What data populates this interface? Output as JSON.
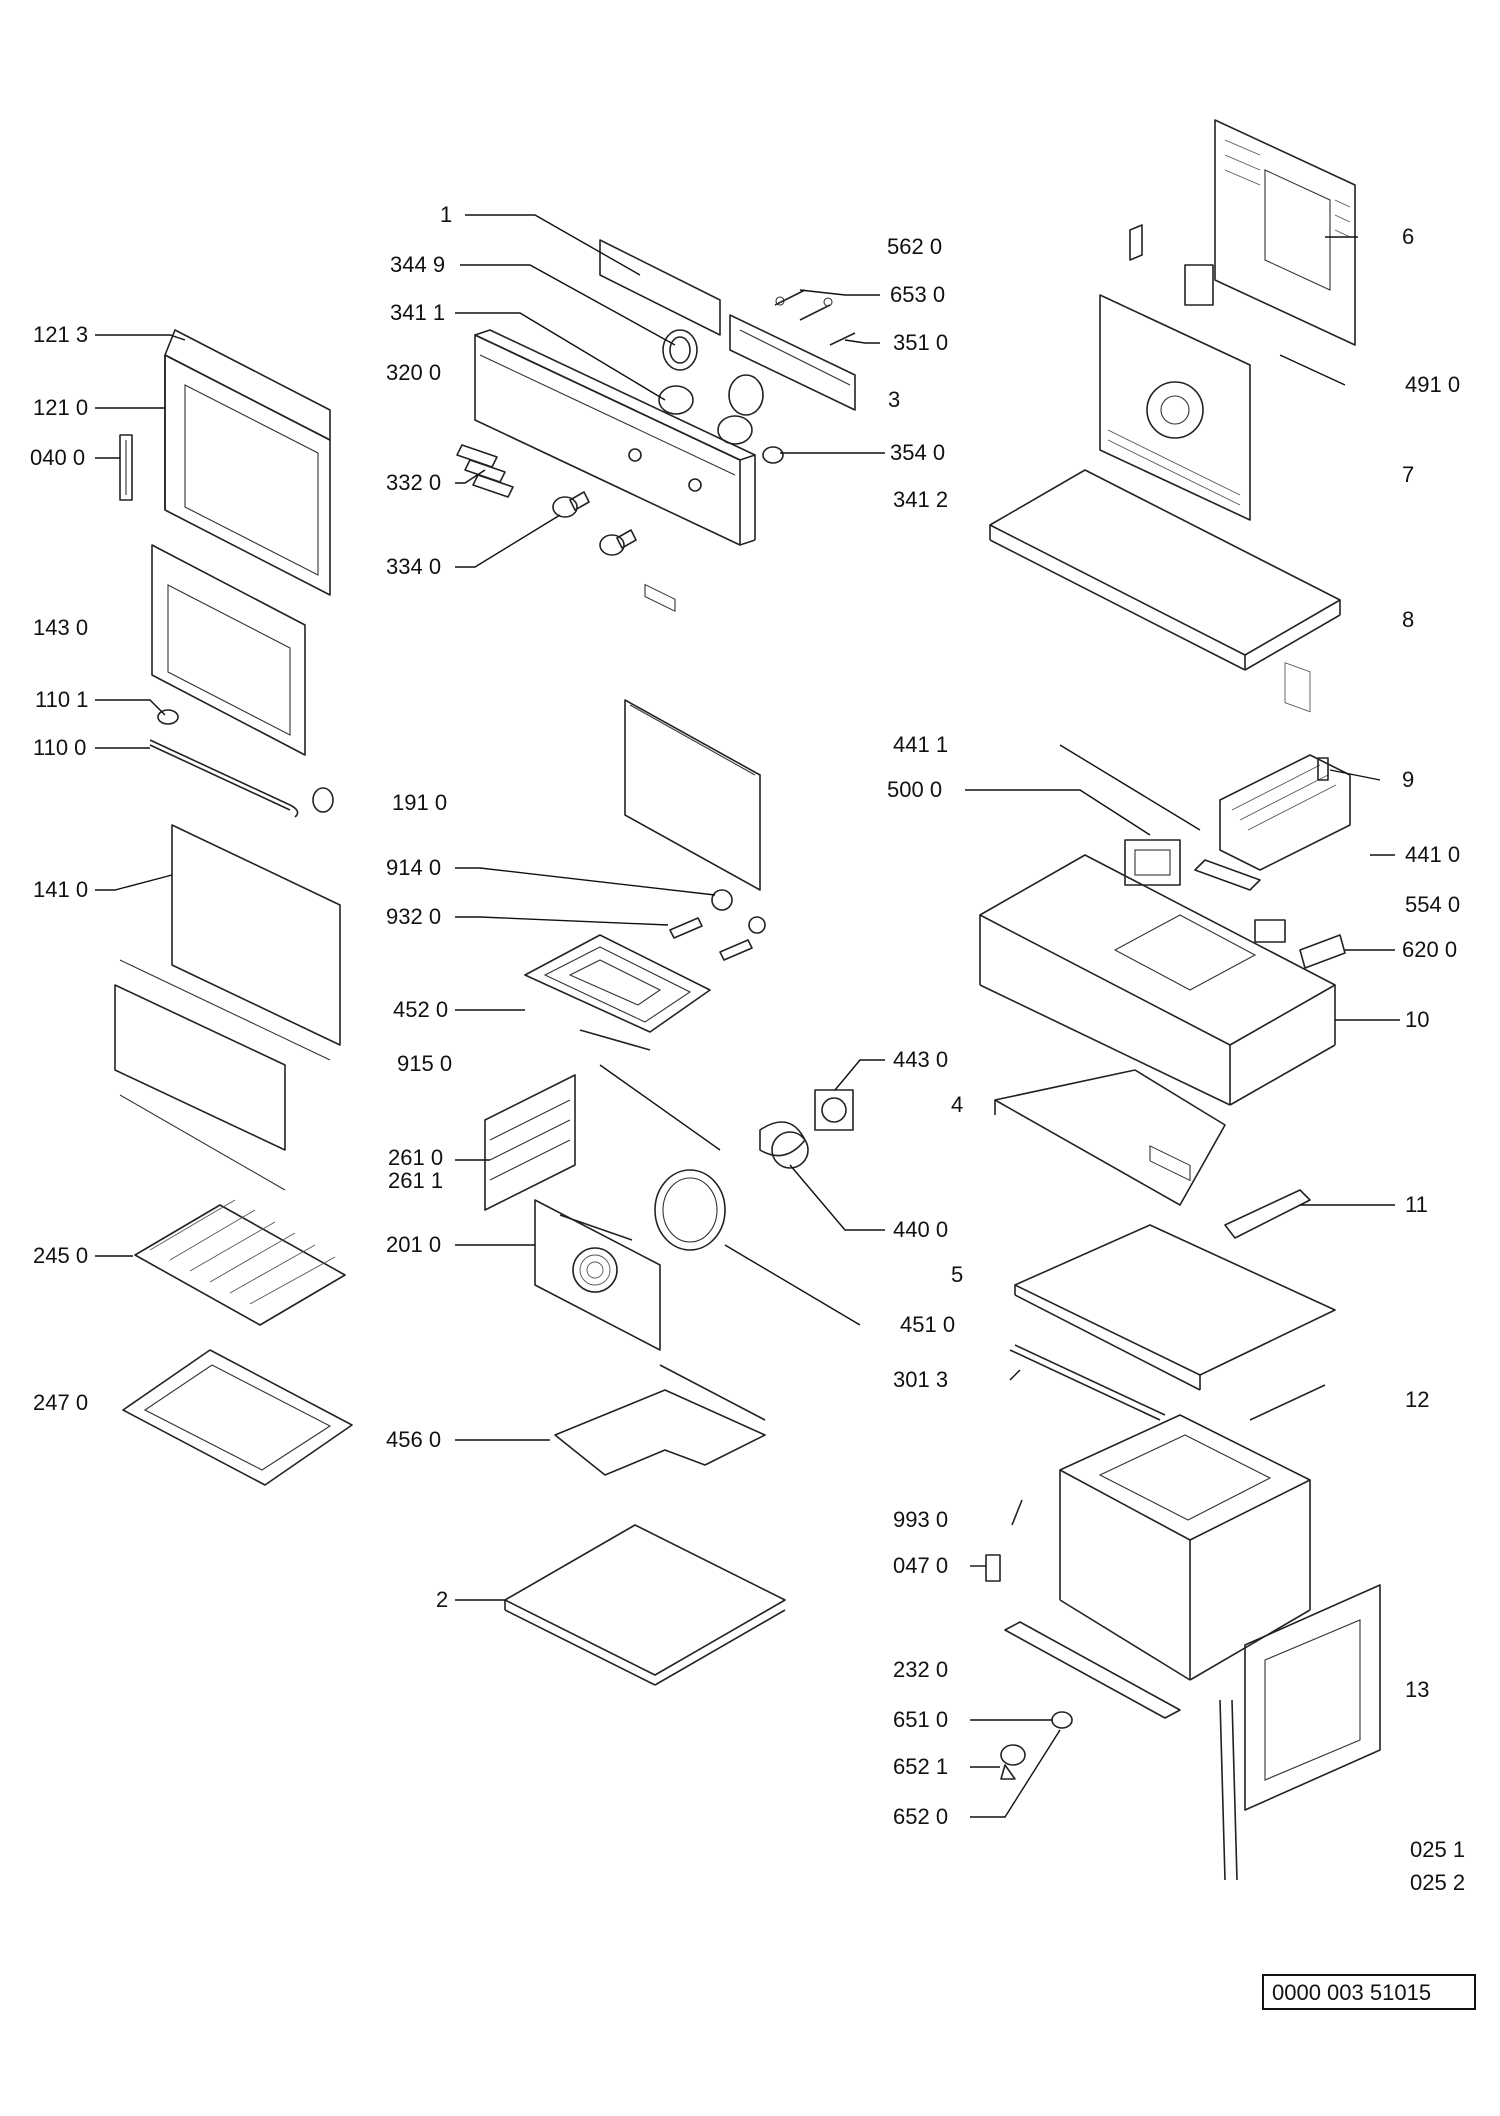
{
  "diagram": {
    "colors": {
      "line": "#222222",
      "text": "#111111",
      "background": "#ffffff"
    },
    "document_reference": "0000 003 51015",
    "callouts": [
      {
        "id": "c-1",
        "text": "1"
      },
      {
        "id": "c-3449",
        "text": "344 9"
      },
      {
        "id": "c-3411",
        "text": "341 1"
      },
      {
        "id": "c-3200",
        "text": "320 0"
      },
      {
        "id": "c-3320",
        "text": "332 0"
      },
      {
        "id": "c-3340",
        "text": "334 0"
      },
      {
        "id": "c-5620",
        "text": "562 0"
      },
      {
        "id": "c-6530",
        "text": "653 0"
      },
      {
        "id": "c-3510",
        "text": "351 0"
      },
      {
        "id": "c-3",
        "text": "3"
      },
      {
        "id": "c-3540",
        "text": "354 0"
      },
      {
        "id": "c-3412",
        "text": "341 2"
      },
      {
        "id": "c-6",
        "text": "6"
      },
      {
        "id": "c-4910",
        "text": "491 0"
      },
      {
        "id": "c-7",
        "text": "7"
      },
      {
        "id": "c-8",
        "text": "8"
      },
      {
        "id": "c-1213",
        "text": "121 3"
      },
      {
        "id": "c-1210",
        "text": "121 0"
      },
      {
        "id": "c-0400",
        "text": "040 0"
      },
      {
        "id": "c-1430",
        "text": "143 0"
      },
      {
        "id": "c-1101",
        "text": "110 1"
      },
      {
        "id": "c-1100",
        "text": "110 0"
      },
      {
        "id": "c-1410",
        "text": "141 0"
      },
      {
        "id": "c-2450",
        "text": "245 0"
      },
      {
        "id": "c-2470",
        "text": "247 0"
      },
      {
        "id": "c-1910",
        "text": "191 0"
      },
      {
        "id": "c-9140",
        "text": "914 0"
      },
      {
        "id": "c-9320",
        "text": "932 0"
      },
      {
        "id": "c-4520",
        "text": "452 0"
      },
      {
        "id": "c-9150",
        "text": "915 0"
      },
      {
        "id": "c-2610",
        "text": "261 0"
      },
      {
        "id": "c-2611",
        "text": "261 1"
      },
      {
        "id": "c-2010",
        "text": "201 0"
      },
      {
        "id": "c-4560",
        "text": "456 0"
      },
      {
        "id": "c-2",
        "text": "2"
      },
      {
        "id": "c-4411a",
        "text": "441 1"
      },
      {
        "id": "c-5000",
        "text": "500 0"
      },
      {
        "id": "c-9",
        "text": "9"
      },
      {
        "id": "c-4410",
        "text": "441 0"
      },
      {
        "id": "c-5540",
        "text": "554 0"
      },
      {
        "id": "c-6200",
        "text": "620 0"
      },
      {
        "id": "c-10",
        "text": "10"
      },
      {
        "id": "c-4430",
        "text": "443 0"
      },
      {
        "id": "c-4",
        "text": "4"
      },
      {
        "id": "c-4400",
        "text": "440 0"
      },
      {
        "id": "c-11",
        "text": "11"
      },
      {
        "id": "c-5",
        "text": "5"
      },
      {
        "id": "c-4510",
        "text": "451 0"
      },
      {
        "id": "c-3013",
        "text": "301 3"
      },
      {
        "id": "c-12",
        "text": "12"
      },
      {
        "id": "c-9930",
        "text": "993 0"
      },
      {
        "id": "c-0470",
        "text": "047 0"
      },
      {
        "id": "c-2320",
        "text": "232 0"
      },
      {
        "id": "c-6510",
        "text": "651 0"
      },
      {
        "id": "c-6521",
        "text": "652 1"
      },
      {
        "id": "c-6520",
        "text": "652 0"
      },
      {
        "id": "c-13",
        "text": "13"
      },
      {
        "id": "c-0251",
        "text": "025 1"
      },
      {
        "id": "c-0252",
        "text": "025 2"
      }
    ]
  }
}
